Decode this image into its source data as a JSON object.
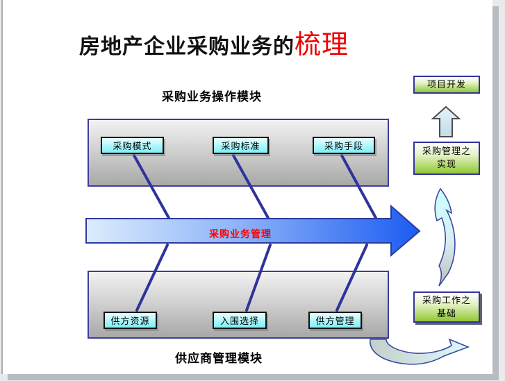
{
  "title": {
    "main": "房地产企业采购业务的",
    "highlight": "梳理"
  },
  "top_module": {
    "heading": "采购业务操作模块",
    "items": [
      "采购模式",
      "采购标准",
      "采购手段"
    ]
  },
  "spine": {
    "label": "采购业务管理"
  },
  "bottom_module": {
    "heading": "供应商管理模块",
    "items": [
      "供方资源",
      "入围选择",
      "供方管理"
    ]
  },
  "right_flow": {
    "goal_box": "项目开发",
    "realization_box": {
      "line1": "采购管理之",
      "line2": "实现"
    },
    "foundation_box": {
      "line1": "采购工作之",
      "line2": "基础"
    }
  },
  "colors": {
    "accent_navy": "#333399",
    "spine_blue_start": "#D8E9FB",
    "spine_blue_end": "#1B5CF2",
    "label_red": "#FF0000",
    "cyan_box": "#7FF0F7",
    "green_box": "#90C832",
    "panel_gray": "#A8A8A8",
    "title_red": "#EE0000"
  }
}
